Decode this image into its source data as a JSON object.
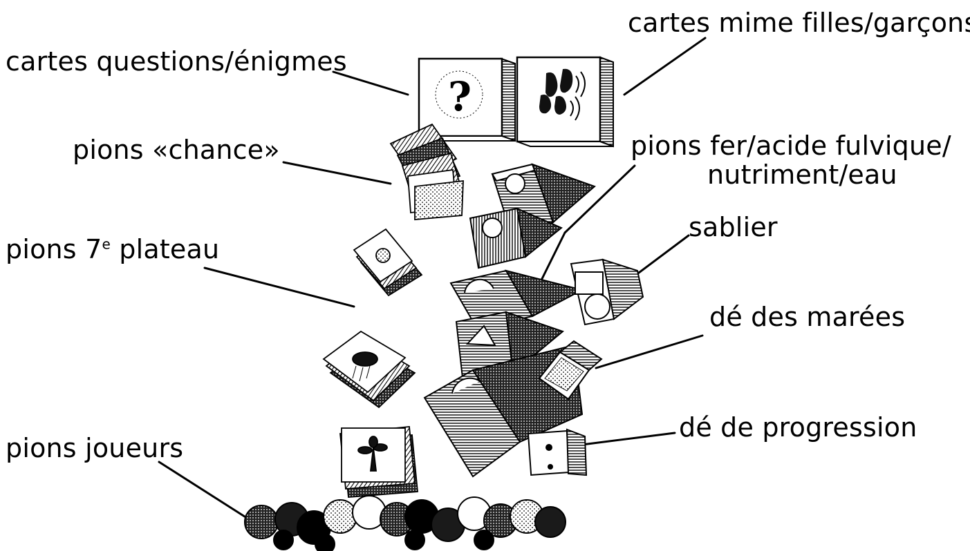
{
  "labels": {
    "cartes_mime": "cartes mime filles/garçons",
    "cartes_questions": "cartes questions/énigmes",
    "pions_chance": "pions «chance»",
    "pions_fer_line1": "pions fer/acide fulvique/",
    "pions_fer_line2": "nutriment/eau",
    "sablier": "sablier",
    "pions_7e_prefix": "pions 7",
    "pions_7e_sup": "e",
    "pions_7e_suffix": " plateau",
    "de_marees": "dé des marées",
    "de_progression": "dé de progression",
    "pions_joueurs": "pions joueurs",
    "card_question_mark": "?"
  },
  "colors": {
    "ink": "#000000",
    "paper": "#ffffff",
    "shade": "#6a6a6a",
    "dark": "#1a1a1a"
  }
}
